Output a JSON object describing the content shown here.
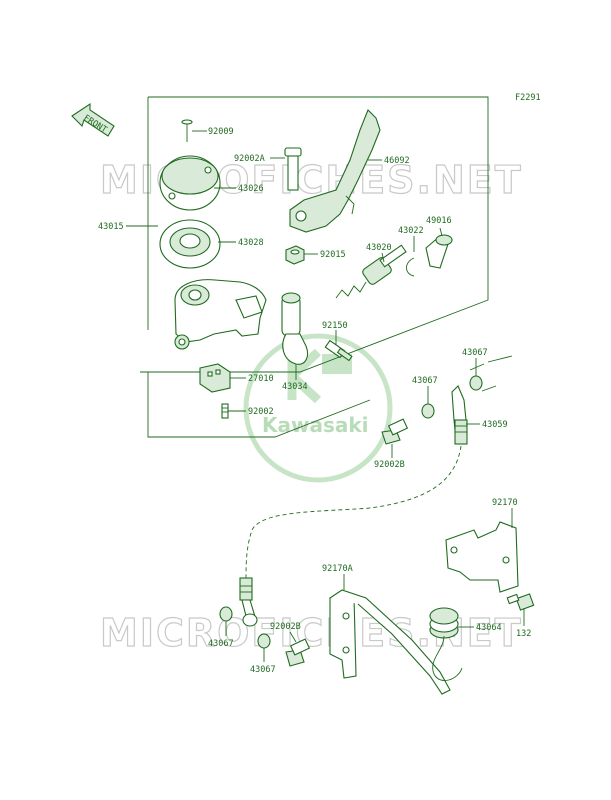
{
  "figure_code": "F2291",
  "front_arrow_label": "FRONT",
  "watermark_text": "MICROFICHES.NET",
  "logo_text": "Kawasaki",
  "colors": {
    "line": "#1f6b1f",
    "watermark": "#c9c9c9",
    "logo": "#9bcf9b"
  },
  "labels": {
    "p92009": "92009",
    "p92002A": "92002A",
    "p46092": "46092",
    "p43026": "43026",
    "p43015": "43015",
    "p43028": "43028",
    "p92015": "92015",
    "p43020": "43020",
    "p43022": "43022",
    "p49016": "49016",
    "p92150": "92150",
    "p27010": "27010",
    "p43034": "43034",
    "p92002": "92002",
    "p43067a": "43067",
    "p43067b": "43067",
    "p43059": "43059",
    "p92002B_a": "92002B",
    "p92170": "92170",
    "p92170A": "92170A",
    "p43064": "43064",
    "p132": "132",
    "p43067c": "43067",
    "p92002B_b": "92002B",
    "p43067d": "43067"
  }
}
